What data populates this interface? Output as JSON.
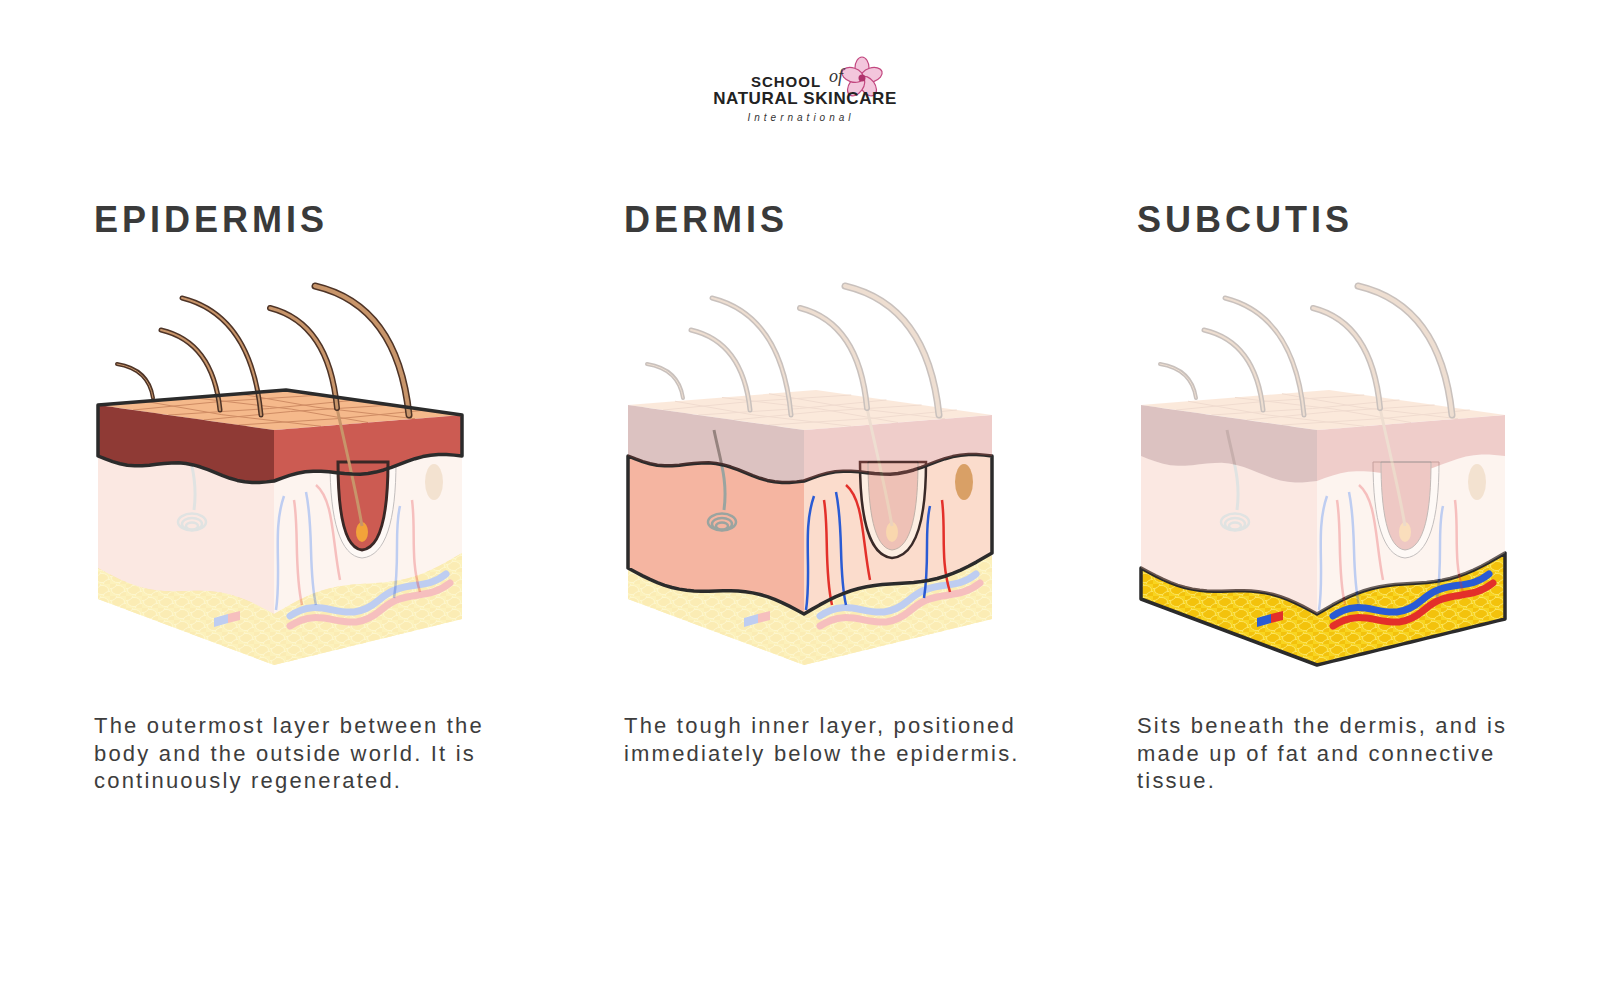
{
  "diagram": {
    "nodes": [
      {
        "text": [
          "EPIDERMIS",
          "The outermost layer between the body and the outside world. It is continuously regenerated."
        ]
      },
      {
        "text": [
          "DERMIS",
          "The tough inner layer, positioned immediately below the epidermis."
        ]
      },
      {
        "text": [
          "SUBCUTIS",
          "Sits beneath the dermis, and is made up of fat and connective tissue."
        ]
      }
    ],
    "labels": [
      "SCHOOL",
      "of",
      "NATURAL SKINCARE",
      "International"
    ]
  }
}
